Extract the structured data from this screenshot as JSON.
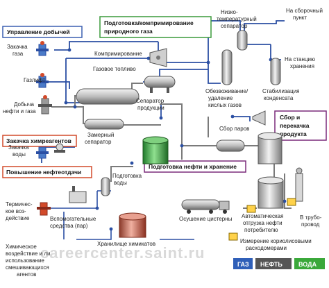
{
  "boxes": {
    "production_control": "Управление добычей",
    "gas_prep": [
      "Подготовка/компримирование",
      "природного газа"
    ],
    "chemicals": "Закачка химреагентов",
    "recovery": "Повышение нефтеотдачи",
    "oil_prep": "Подготовка нефти и хранение",
    "collection": [
      "Сбор и",
      "перекачка",
      "продукта"
    ]
  },
  "labels": {
    "gas_injection": [
      "Закачка",
      "газа"
    ],
    "gas_lift": "Газлифт",
    "oil_gas_prod": [
      "Добыча",
      "нефти и газа"
    ],
    "water_injection": [
      "Закачка",
      "воды"
    ],
    "thermal": [
      "Термичес-",
      "кое воз-",
      "действие"
    ],
    "chemical_action": [
      "Химическое",
      "воздействие и ли",
      "использование",
      "смешивающихся",
      "агентов"
    ],
    "compression": "Компримирование",
    "fuel_gas": "Газовое топливо",
    "prod_separator": [
      "Сепаратор",
      "продукции"
    ],
    "test_separator": [
      "Замерный",
      "сепаратор"
    ],
    "lowtemp_sep": [
      "Низко-",
      "температурный",
      "сепаратор"
    ],
    "to_collection": [
      "На сборочный",
      "пункт"
    ],
    "to_storage": [
      "На станцию",
      "хранения"
    ],
    "dehydration": [
      "Обезвоживание/",
      "удаление",
      "кислых газов"
    ],
    "stabilization": [
      "Стабилизация",
      "конденсата"
    ],
    "vapor_collection": "Сбор паров",
    "water_prep": [
      "Подготовка",
      "воды"
    ],
    "aux_means": [
      "Вспомогательные",
      "средства (пар)"
    ],
    "chem_storage": "Хранилище химикатов",
    "tanker_drain": "Осушение цистерны",
    "auto_ship": [
      "Автоматическая",
      "отгрузка нефти",
      "потребителю"
    ],
    "to_pipeline": [
      "В трубо-",
      "провод"
    ],
    "coriolis": [
      "Измерение кориолисовыми",
      "расходомерами"
    ]
  },
  "legend": [
    "ГАЗ",
    "НЕФТЬ",
    "ВОДА"
  ],
  "watermark": "careercenter.saint.ru",
  "colors": {
    "pipe_blue": "#2b4fa3",
    "pipe_gray": "#7a7a7a",
    "box_red": "#d24a2a",
    "box_green": "#3a9a3a",
    "box_blue": "#3a5fb0",
    "box_purple": "#7a2a7a",
    "legend_gas": "#2f5fb8",
    "legend_oil": "#555555",
    "legend_water": "#3aa83a"
  }
}
